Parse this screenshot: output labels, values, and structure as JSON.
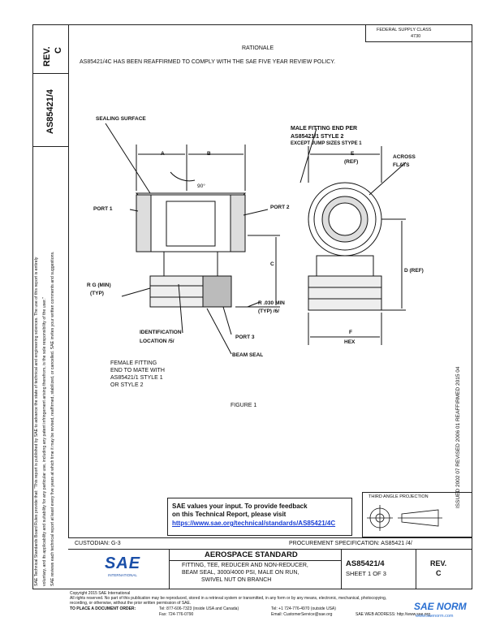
{
  "header": {
    "rev_label": "REV.",
    "rev_value": "C",
    "doc_number": "AS85421/4",
    "fed_supply": "FEDERAL SUPPLY CLASS",
    "fed_code": "4730",
    "rationale_title": "RATIONALE",
    "rationale_text": "AS85421/4C HAS BEEN REAFFIRMED TO COMPLY WITH THE SAE FIVE YEAR REVIEW POLICY."
  },
  "side_note": {
    "line1": "SAE Technical Standards Board Rules provide that: \"This report is published by SAE to advance the state of technical and engineering sciences. The use of this report is entirely",
    "line2": "voluntary, and its applicability and suitability for any particular use, including any patent infringement arising therefrom, is the sole responsibility of the user.\"",
    "line3": "SAE reviews each technical report at least every five years at which time it may be revised, reaffirmed, stabilized, or cancelled. SAE invites your written comments and suggestions."
  },
  "drawing": {
    "sealing_surface": "SEALING SURFACE",
    "male_fitting": "MALE FITTING END PER",
    "male_fitting_2": "AS85421/1 STYLE 2",
    "male_fitting_3": "EXCEPT JUMP SIZES STYPE 1",
    "across_flats_1": "ACROSS",
    "across_flats_2": "FLATS",
    "dim_a": "A",
    "dim_b": "B",
    "angle": "90°",
    "dim_e": "E",
    "dim_e_ref": "(REF)",
    "port1": "PORT 1",
    "port2": "PORT 2",
    "port3": "PORT 3",
    "dim_c": "C",
    "dim_d": "D (REF)",
    "r_g": "R G (MIN)",
    "r_g_typ": "(TYP)",
    "r_030": "R .030 MIN",
    "r_030_typ": "(TYP)",
    "r_030_note": "/6/",
    "ident": "IDENTIFICATION",
    "ident_loc": "LOCATION",
    "ident_note": "/5/",
    "beam_seal": "BEAM SEAL",
    "female_1": "FEMALE FITTING",
    "female_2": "END TO MATE WITH",
    "female_3": "AS85421/1 STYLE 1",
    "female_4": "OR STYLE 2",
    "dim_f": "F",
    "hex": "HEX",
    "figure_caption": "FIGURE 1",
    "right_margin_text": "ISSUED 2002 07   REVISED 2006 01   REAFFIRMED 2015 04"
  },
  "feedback": {
    "line1": "SAE values your input. To provide feedback",
    "line2": "on this Technical Report, please visit",
    "url": "https://www.sae.org/technical/standards/AS85421/4C"
  },
  "projection": {
    "label": "THIRD ANGLE PROJECTION"
  },
  "title_block": {
    "custodian": "CUSTODIAN: G-3",
    "procurement": "PROCUREMENT SPECIFICATION: AS85421 /4/",
    "logo_text": "SAE",
    "logo_sub": "INTERNATIONAL",
    "standard": "AEROSPACE STANDARD",
    "desc1": "FITTING, TEE, REDUCER AND NON-REDUCER,",
    "desc2": "BEAM SEAL, 3000/4000 PSI, MALE ON RUN,",
    "desc3": "SWIVEL NUT ON BRANCH",
    "doc_number": "AS85421/4",
    "sheet": "SHEET 1 OF 3",
    "rev_label": "REV.",
    "rev_value": "C"
  },
  "footer": {
    "copyright": "Copyright 2015 SAE International",
    "rights": "All rights reserved. No part of this publication may be reproduced, stored in a retrieval system or transmitted, in any form or by any means, electronic, mechanical, photocopying,",
    "rights2": "recording, or otherwise, without the prior written permission of SAE.",
    "order": "TO PLACE A DOCUMENT ORDER:",
    "tel1": "Tel:  877-606-7323 (inside USA and Canada)",
    "tel2": "Tel:  +1 724-776-4970 (outside USA)",
    "fax": "Fax:  724-776-0790",
    "email": "Email: CustomerService@sae.org",
    "web": "SAE WEB ADDRESS: http://www.sae.org",
    "watermark": "SAE NORM",
    "watermark_sub": "www.saenorm.com"
  }
}
